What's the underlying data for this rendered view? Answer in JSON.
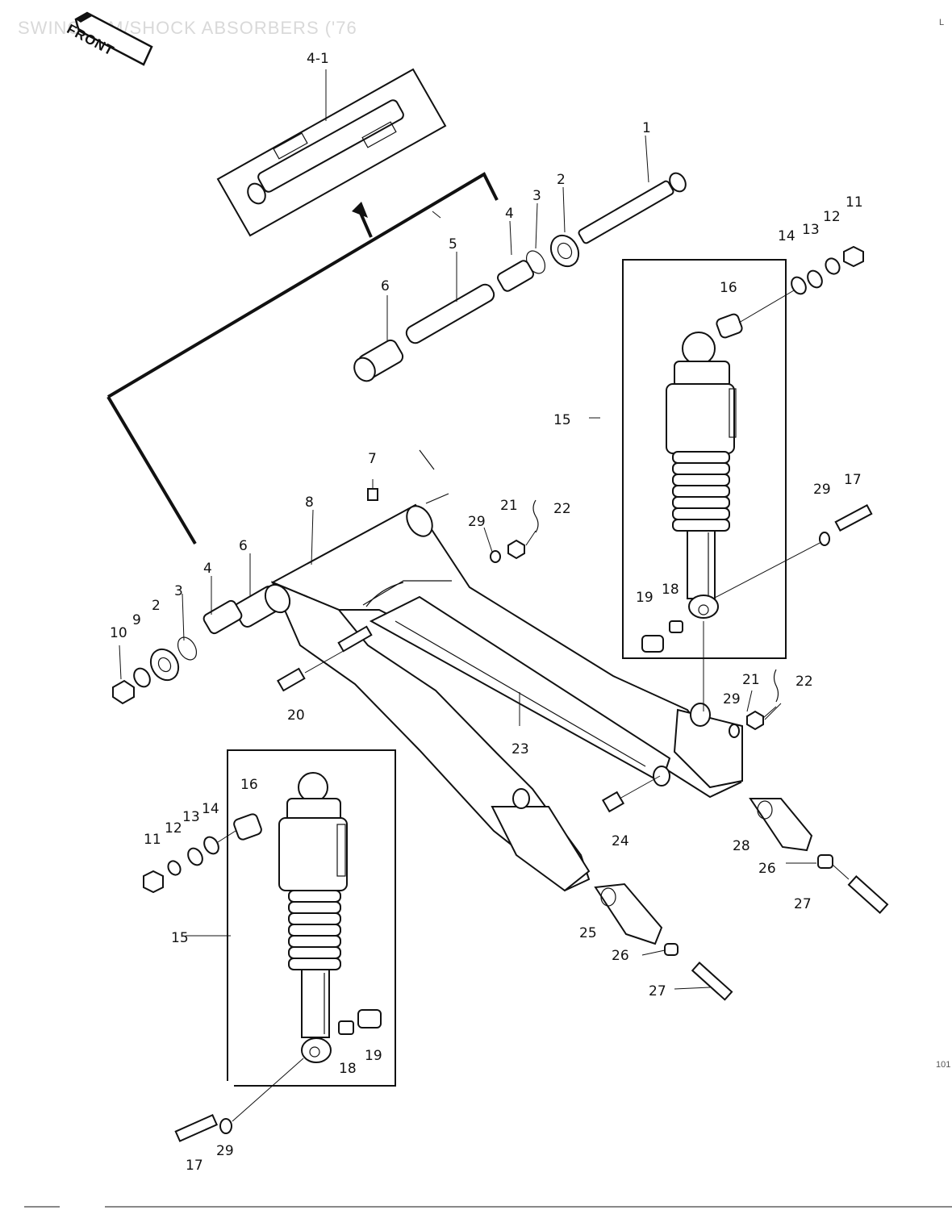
{
  "title": "SWINGARM/SHOCK ABSORBERS ('76",
  "front_tag": "FRONT",
  "corner_marks": [
    "L",
    "101"
  ],
  "callouts": [
    "4-1",
    "1",
    "2",
    "3",
    "4",
    "5",
    "6",
    "11",
    "12",
    "13",
    "14",
    "16",
    "15",
    "29",
    "17",
    "7",
    "8",
    "21",
    "22",
    "19",
    "18",
    "10",
    "9",
    "20",
    "23",
    "24",
    "28",
    "26",
    "27",
    "25"
  ]
}
